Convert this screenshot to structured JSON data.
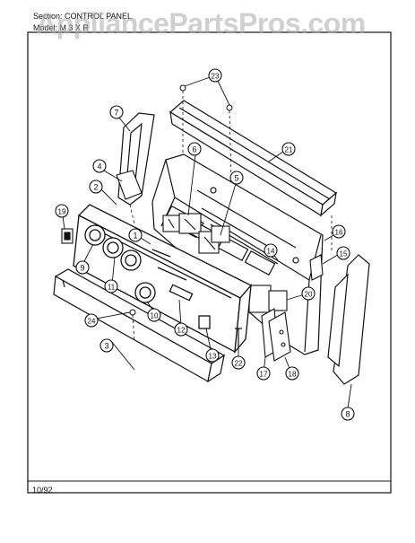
{
  "header": {
    "section_label": "Section:",
    "section_value": "CONTROL PANEL",
    "model_label": "Model:",
    "model_value": "M 3 X R"
  },
  "watermark": "AppliancePartsPros.com",
  "footer": {
    "date_code": "10/92"
  },
  "callouts": [
    "1",
    "2",
    "3",
    "4",
    "5",
    "6",
    "7",
    "8",
    "9",
    "10",
    "11",
    "12",
    "13",
    "14",
    "15",
    "16",
    "17",
    "18",
    "19",
    "20",
    "21",
    "22",
    "23",
    "24"
  ],
  "colors": {
    "ink": "#111111",
    "paper": "#ffffff",
    "watermark": "#aaaaaa"
  }
}
